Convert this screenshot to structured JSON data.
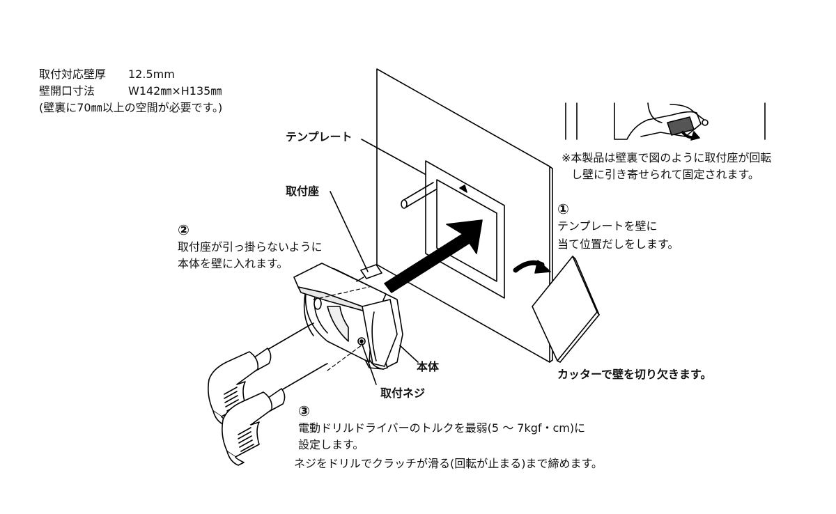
{
  "specs": {
    "wall_thickness_label": "取付対応壁厚",
    "wall_thickness_value": "12.5mm",
    "opening_label": "壁開口寸法",
    "opening_value": "W142㎜×H135㎜",
    "note": "(壁裏に70㎜以上の空間が必要です。)"
  },
  "labels": {
    "template": "テンプレート",
    "mount_seat": "取付座",
    "body": "本体",
    "mount_screw": "取付ネジ"
  },
  "steps": {
    "step1": {
      "number": "①",
      "line1": "テンプレートを壁に",
      "line2": "当て位置だしをします。"
    },
    "step2": {
      "number": "②",
      "line1": "取付座が引っ掛らないように",
      "line2": "本体を壁に入れます。"
    },
    "step3": {
      "number": "③",
      "line1": "電動ドリルドライバーのトルクを最弱(5 ～ 7kgf・cm)に",
      "line2": "設定します。",
      "line3": "ネジをドリルでクラッチが滑る(回転が止まる)まで締めます。"
    }
  },
  "inset_note": {
    "line1": "※本製品は壁裏で図のように取付座が回転",
    "line2": "し壁に引き寄せられて固定されます。"
  },
  "cutter_note": "カッターで壁を切り欠きます。"
}
